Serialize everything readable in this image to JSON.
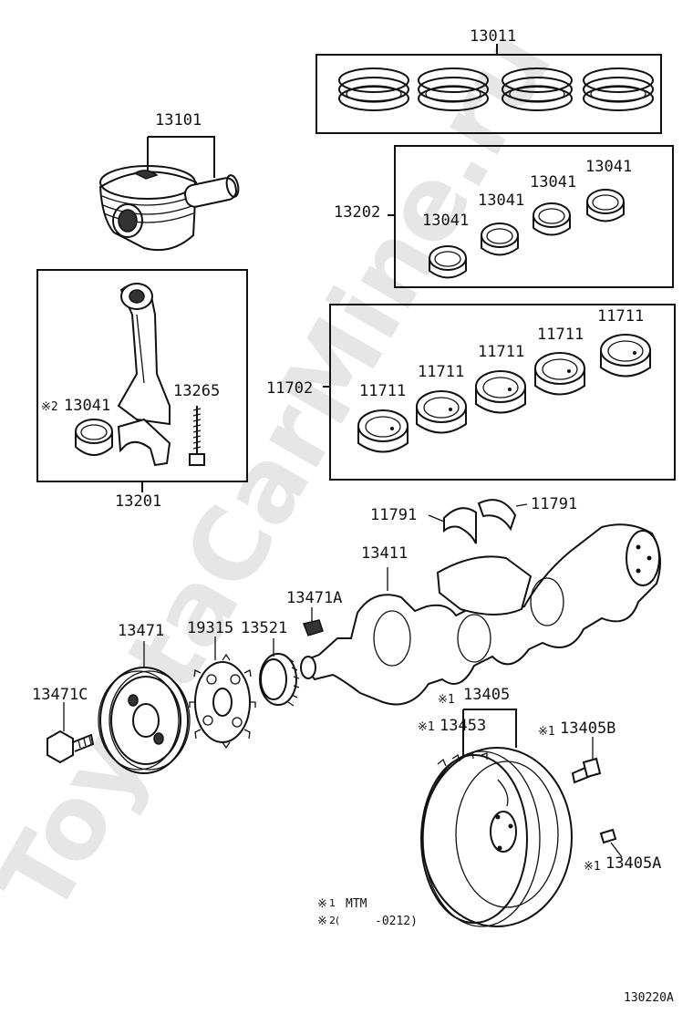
{
  "watermark": "ToyotaCarMine.ru",
  "drawing_number": "130220A",
  "notes": {
    "mark": "※",
    "note1_label": "1",
    "note1_text": "MTM",
    "note2_label": "2(",
    "note2_text": "-0212)"
  },
  "parts": {
    "p13011": "13011",
    "p13101": "13101",
    "p13202": "13202",
    "p13041_a": "13041",
    "p13041_b": "13041",
    "p13041_c": "13041",
    "p13041_d": "13041",
    "p13041_rod": "13041",
    "p13041_rod_note": "※2",
    "p13265": "13265",
    "p13201": "13201",
    "p11702": "11702",
    "p11711_a": "11711",
    "p11711_b": "11711",
    "p11711_c": "11711",
    "p11711_d": "11711",
    "p11711_e": "11711",
    "p11791_a": "11791",
    "p11791_b": "11791",
    "p13411": "13411",
    "p13471A": "13471A",
    "p13471": "13471",
    "p19315": "19315",
    "p13521": "13521",
    "p13471C": "13471C",
    "p13405": "13405",
    "p13405_note": "※1",
    "p13453": "13453",
    "p13453_note": "※1",
    "p13405B": "13405B",
    "p13405B_note": "※1",
    "p13405A": "13405A",
    "p13405A_note": "※1"
  }
}
